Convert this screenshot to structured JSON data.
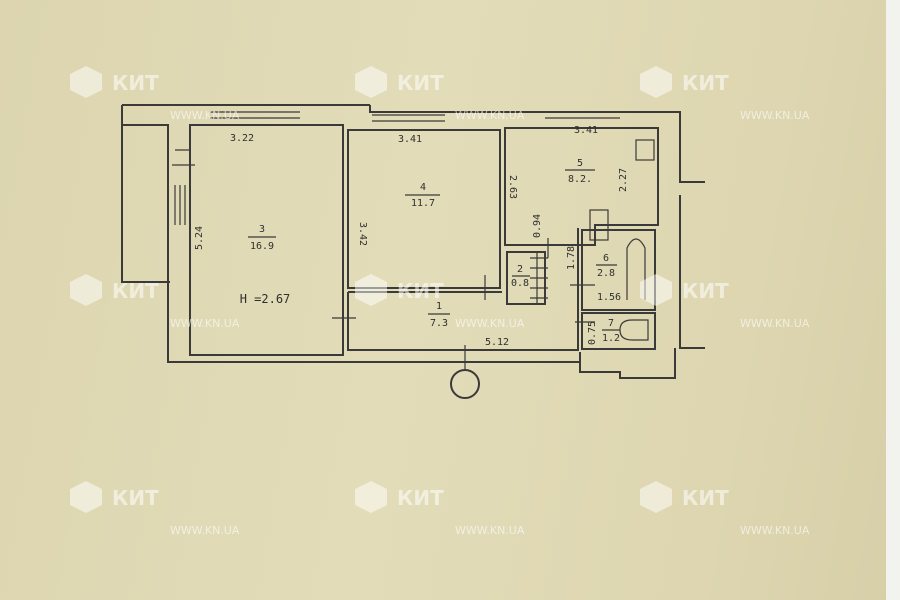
{
  "plan": {
    "ceiling_height": "H =2.67",
    "rooms": [
      {
        "number": "3",
        "area": "16.9"
      },
      {
        "number": "4",
        "area": "11.7"
      },
      {
        "number": "5",
        "area": "8.2."
      },
      {
        "number": "1",
        "area": "7.3"
      },
      {
        "number": "2",
        "area": "0.8"
      },
      {
        "number": "6",
        "area": "2.8"
      },
      {
        "number": "7",
        "area": "1.2"
      }
    ],
    "dimensions": [
      "3.22",
      "3.41",
      "3.41",
      "5.24",
      "3.42",
      "2.63",
      "2.27",
      "5.12",
      "0.94",
      "1.78",
      "1.56",
      "0.75"
    ]
  },
  "watermark": {
    "logo_text": "КИТ",
    "url": "WWW.KN.UA"
  },
  "colors": {
    "paper": "#ddd6b2",
    "ink": "#3a3a3a"
  }
}
